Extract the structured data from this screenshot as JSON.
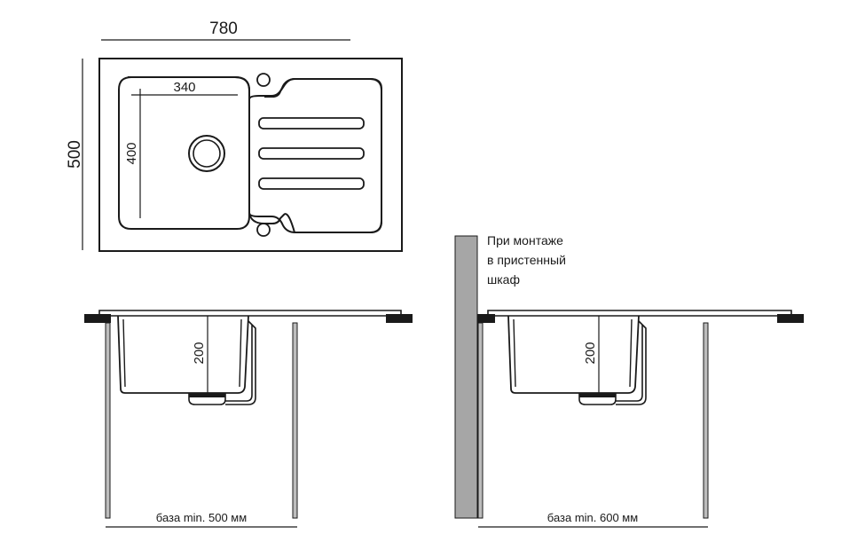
{
  "dimensions": {
    "overall_width": "780",
    "overall_depth": "500",
    "bowl_width": "340",
    "bowl_length": "400",
    "bowl_depth_left": "200",
    "bowl_depth_right": "200"
  },
  "labels": {
    "base_left": "база min. 500 мм",
    "base_right": "база min. 600 мм",
    "wall_note_line1": "При монтаже",
    "wall_note_line2": "в пристенный",
    "wall_note_line3": "шкаф"
  },
  "colors": {
    "line": "#1a1a1a",
    "wall_fill": "#a6a6a6",
    "cabinet_post": "#bdbdbd",
    "countertop": "#1a1a1a"
  }
}
